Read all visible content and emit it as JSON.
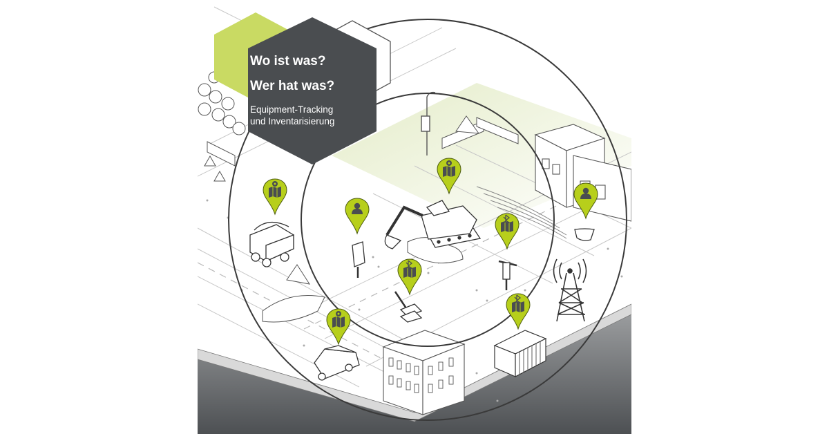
{
  "hero": {
    "line1": "Wo ist was?",
    "line2": "Wer hat was?",
    "sub1": "Equipment-Tracking",
    "sub2": "und Inventarisierung"
  },
  "colors": {
    "accent": "#b7cf1b",
    "accent_light": "#c9da63",
    "dark": "#4a4d50",
    "ground": "#5c5f62",
    "line": "#3a3a3a"
  },
  "markers": [
    {
      "id": "dump-truck",
      "icon": "map-pin-icon"
    },
    {
      "id": "breaker-hammer",
      "icon": "person-icon"
    },
    {
      "id": "excavator",
      "icon": "map-pin-icon"
    },
    {
      "id": "jackhammer",
      "icon": "bluetooth-map-icon"
    },
    {
      "id": "bucket",
      "icon": "person-icon"
    },
    {
      "id": "plate-compactor",
      "icon": "bluetooth-map-icon"
    },
    {
      "id": "van",
      "icon": "map-pin-icon"
    },
    {
      "id": "container",
      "icon": "bluetooth-map-icon"
    }
  ]
}
